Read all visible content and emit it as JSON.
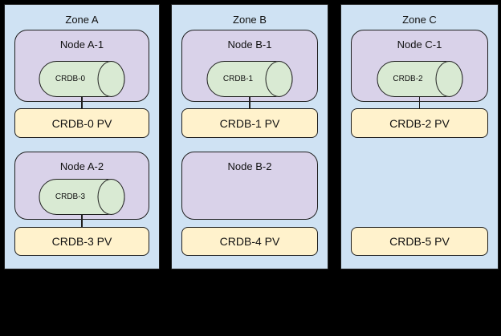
{
  "colors": {
    "zone_fill": "#cfe2f3",
    "node_fill": "#d9d2e9",
    "disk_fill": "#d9ead3",
    "pv_fill": "#fff2cc",
    "line": "#1f1f1f",
    "background": "#000000"
  },
  "zones": [
    {
      "label": "Zone A",
      "node1": {
        "label": "Node A-1",
        "disk_label": "CRDB-0"
      },
      "pv1_label": "CRDB-0 PV",
      "node2": {
        "label": "Node A-2",
        "disk_label": "CRDB-3"
      },
      "pv2_label": "CRDB-3 PV"
    },
    {
      "label": "Zone B",
      "node1": {
        "label": "Node B-1",
        "disk_label": "CRDB-1"
      },
      "pv1_label": "CRDB-1 PV",
      "node2": {
        "label": "Node B-2"
      },
      "pv2_label": "CRDB-4 PV"
    },
    {
      "label": "Zone C",
      "node1": {
        "label": "Node C-1",
        "disk_label": "CRDB-2"
      },
      "pv1_label": "CRDB-2 PV",
      "pv2_label": "CRDB-5 PV"
    }
  ]
}
